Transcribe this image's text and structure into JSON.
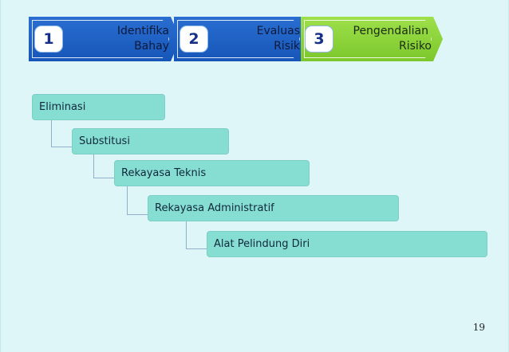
{
  "steps": [
    {
      "number": "1",
      "label_line1": "Identifika",
      "label_line2": "Bahay"
    },
    {
      "number": "2",
      "label_line1": "Evaluas",
      "label_line2": "Risik"
    },
    {
      "number": "3",
      "label_line1": "Pengendalian",
      "label_line2": "Risiko"
    }
  ],
  "hierarchy": [
    "Eliminasi",
    "Substitusi",
    "Rekayasa Teknis",
    "Rekayasa Administratif",
    "Alat Pelindung Diri"
  ],
  "page_number": "19",
  "colors": {
    "step_blue": "#1a5fc5",
    "step_green": "#8fd63b",
    "box": "#86ded3",
    "background": "#dff6f9"
  }
}
